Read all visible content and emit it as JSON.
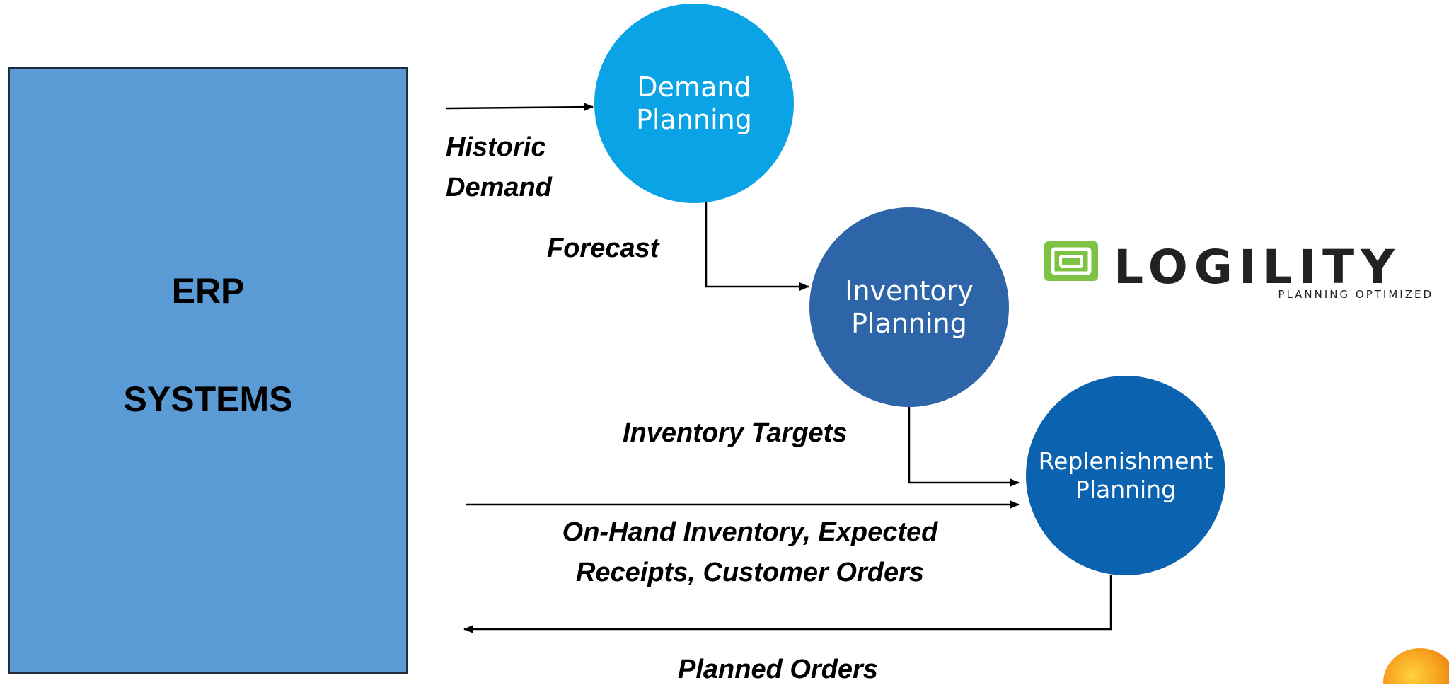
{
  "erp": {
    "line1": "ERP",
    "line2": "SYSTEMS"
  },
  "nodes": {
    "demand": {
      "line1": "Demand",
      "line2": "Planning",
      "color": "#0aa3e6"
    },
    "inventory": {
      "line1": "Inventory",
      "line2": "Planning",
      "color": "#2e64a8"
    },
    "replenishment": {
      "line1": "Replenishment",
      "line2": "Planning",
      "color": "#0b63b0"
    }
  },
  "flows": {
    "historic_demand": {
      "line1": "Historic",
      "line2": "Demand"
    },
    "forecast": "Forecast",
    "inventory_targets": "Inventory Targets",
    "onhand": {
      "line1": "On-Hand Inventory, Expected",
      "line2": "Receipts, Customer Orders"
    },
    "planned_orders": "Planned Orders"
  },
  "logo": {
    "wordmark": "LOGILITY",
    "tagline": "PLANNING OPTIMIZED",
    "icon_color": "#7dc242"
  }
}
